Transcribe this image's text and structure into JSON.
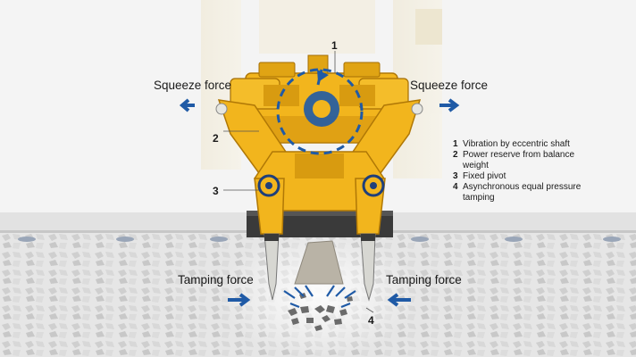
{
  "labels": {
    "squeeze_force_left": "Squeeze force",
    "squeeze_force_right": "Squeeze force",
    "tamping_force_left": "Tamping force",
    "tamping_force_right": "Tamping force"
  },
  "callouts": [
    "1",
    "2",
    "3",
    "4"
  ],
  "legend": [
    {
      "num": "1",
      "text": "Vibration by eccentric shaft"
    },
    {
      "num": "2",
      "text": "Power reserve from balance weight"
    },
    {
      "num": "3",
      "text": "Fixed pivot"
    },
    {
      "num": "4",
      "text": "Asynchronous equal pressure tamping"
    }
  ],
  "colors": {
    "machine_yellow": "#f2b51d",
    "machine_shadow": "#c98a0a",
    "arrow_blue": "#1f5aa6",
    "ballast_grey": "#d9d9d9",
    "sleeper": "#3a3a3a"
  }
}
